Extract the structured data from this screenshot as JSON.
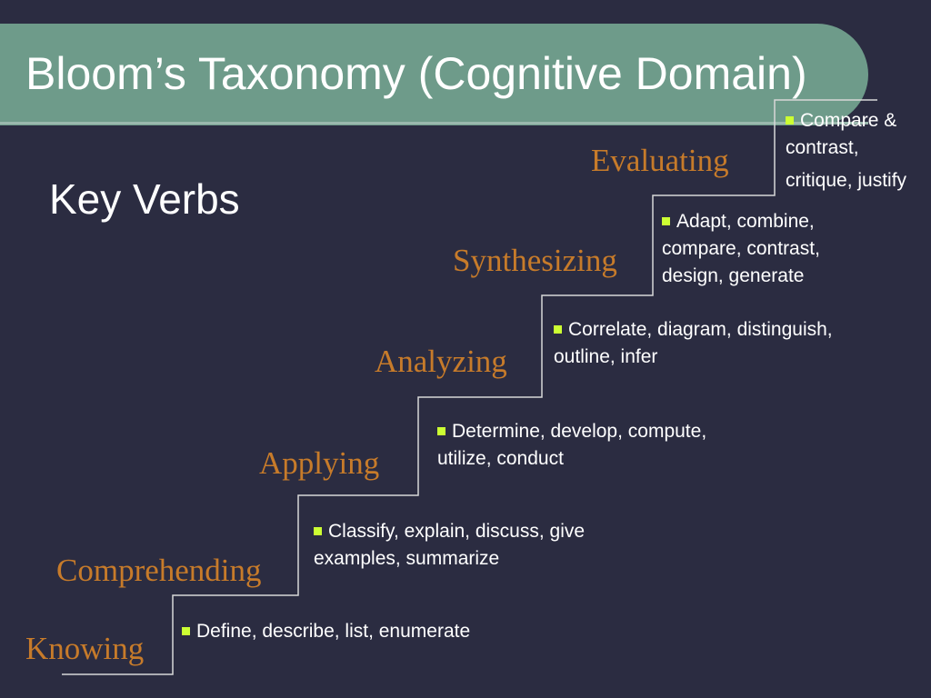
{
  "slide": {
    "title": "Bloom’s Taxonomy (Cognitive Domain)",
    "subtitle": "Key Verbs"
  },
  "colors": {
    "background": "#2b2c41",
    "title_bar": "#6e9b8a",
    "level_text": "#c77b2a",
    "bullet": "#ccff33",
    "stair_line": "#d8d8d8"
  },
  "levels": [
    {
      "name": "Knowing",
      "verbs": [
        "Define, describe, list, enumerate"
      ]
    },
    {
      "name": "Comprehending",
      "verbs": [
        "Classify, explain, discuss, give",
        "examples, summarize"
      ]
    },
    {
      "name": "Applying",
      "verbs": [
        "Determine, develop, compute,",
        "utilize, conduct"
      ]
    },
    {
      "name": "Analyzing",
      "verbs": [
        "Correlate, diagram, distinguish,",
        "outline, infer"
      ]
    },
    {
      "name": "Synthesizing",
      "verbs": [
        "Adapt, combine,",
        "compare, contrast,",
        "design, generate"
      ]
    },
    {
      "name": "Evaluating",
      "verbs": [
        "Compare &",
        "contrast,",
        "critique, justify"
      ]
    }
  ]
}
